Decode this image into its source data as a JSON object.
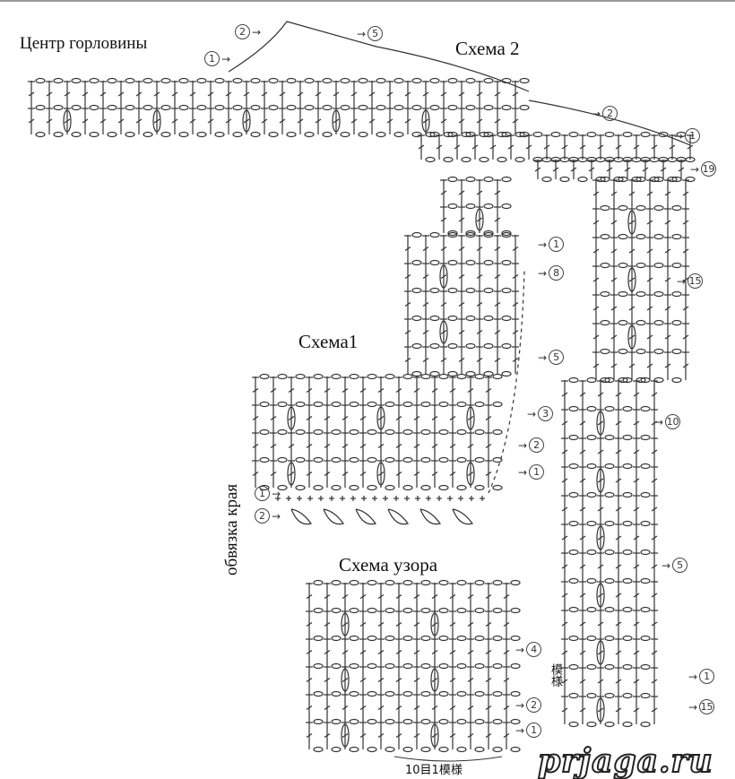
{
  "labels": {
    "neck_center": "Центр горловины",
    "scheme2": "Схема 2",
    "scheme1": "Схема1",
    "edging": "обвязка края",
    "pattern": "Схема узора",
    "repeat": "10目1模様",
    "repeat_side": "模様",
    "watermark": "prjaga.ru"
  },
  "row_numbers": {
    "s2_top": [
      "1",
      "2",
      "5",
      "2",
      "1",
      "19"
    ],
    "s2_side": [
      "15",
      "10",
      "5",
      "1",
      "15"
    ],
    "s1": [
      "1",
      "8",
      "5",
      "3",
      "2",
      "1"
    ],
    "edge": [
      "1",
      "2"
    ],
    "pattern": [
      "4",
      "2",
      "1"
    ]
  },
  "colors": {
    "ink": "#333333",
    "background": "#ffffff"
  }
}
